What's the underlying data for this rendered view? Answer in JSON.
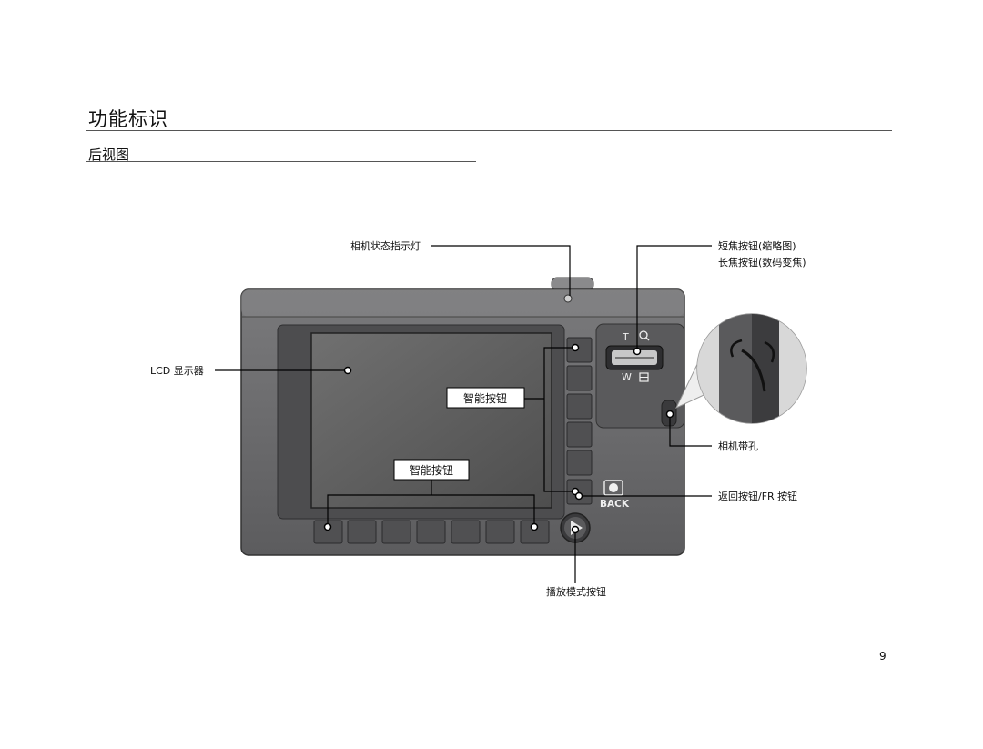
{
  "page": {
    "title": "功能标识",
    "subtitle": "后视图",
    "page_number": "9"
  },
  "labels": {
    "status_lamp": "相机状态指示灯",
    "lcd": "LCD 显示器",
    "smart_button_right": "智能按钮",
    "smart_button_bottom": "智能按钮",
    "tele_button": "短焦按钮(缩略图)",
    "wide_button": "长焦按钮(数码变焦)",
    "strap_eyelet": "相机带孔",
    "back_fr_button": "返回按钮/FR 按钮",
    "playback_button": "播放模式按钮"
  },
  "camera_markings": {
    "zoom_t": "T",
    "zoom_w": "W",
    "back": "BACK"
  },
  "colors": {
    "body": "#6b6b6d",
    "body_dark": "#4a4a4c",
    "screen": "#5a5a5a",
    "button": "#555557",
    "callout_line": "#000000",
    "label_box_fill": "#ffffff"
  }
}
